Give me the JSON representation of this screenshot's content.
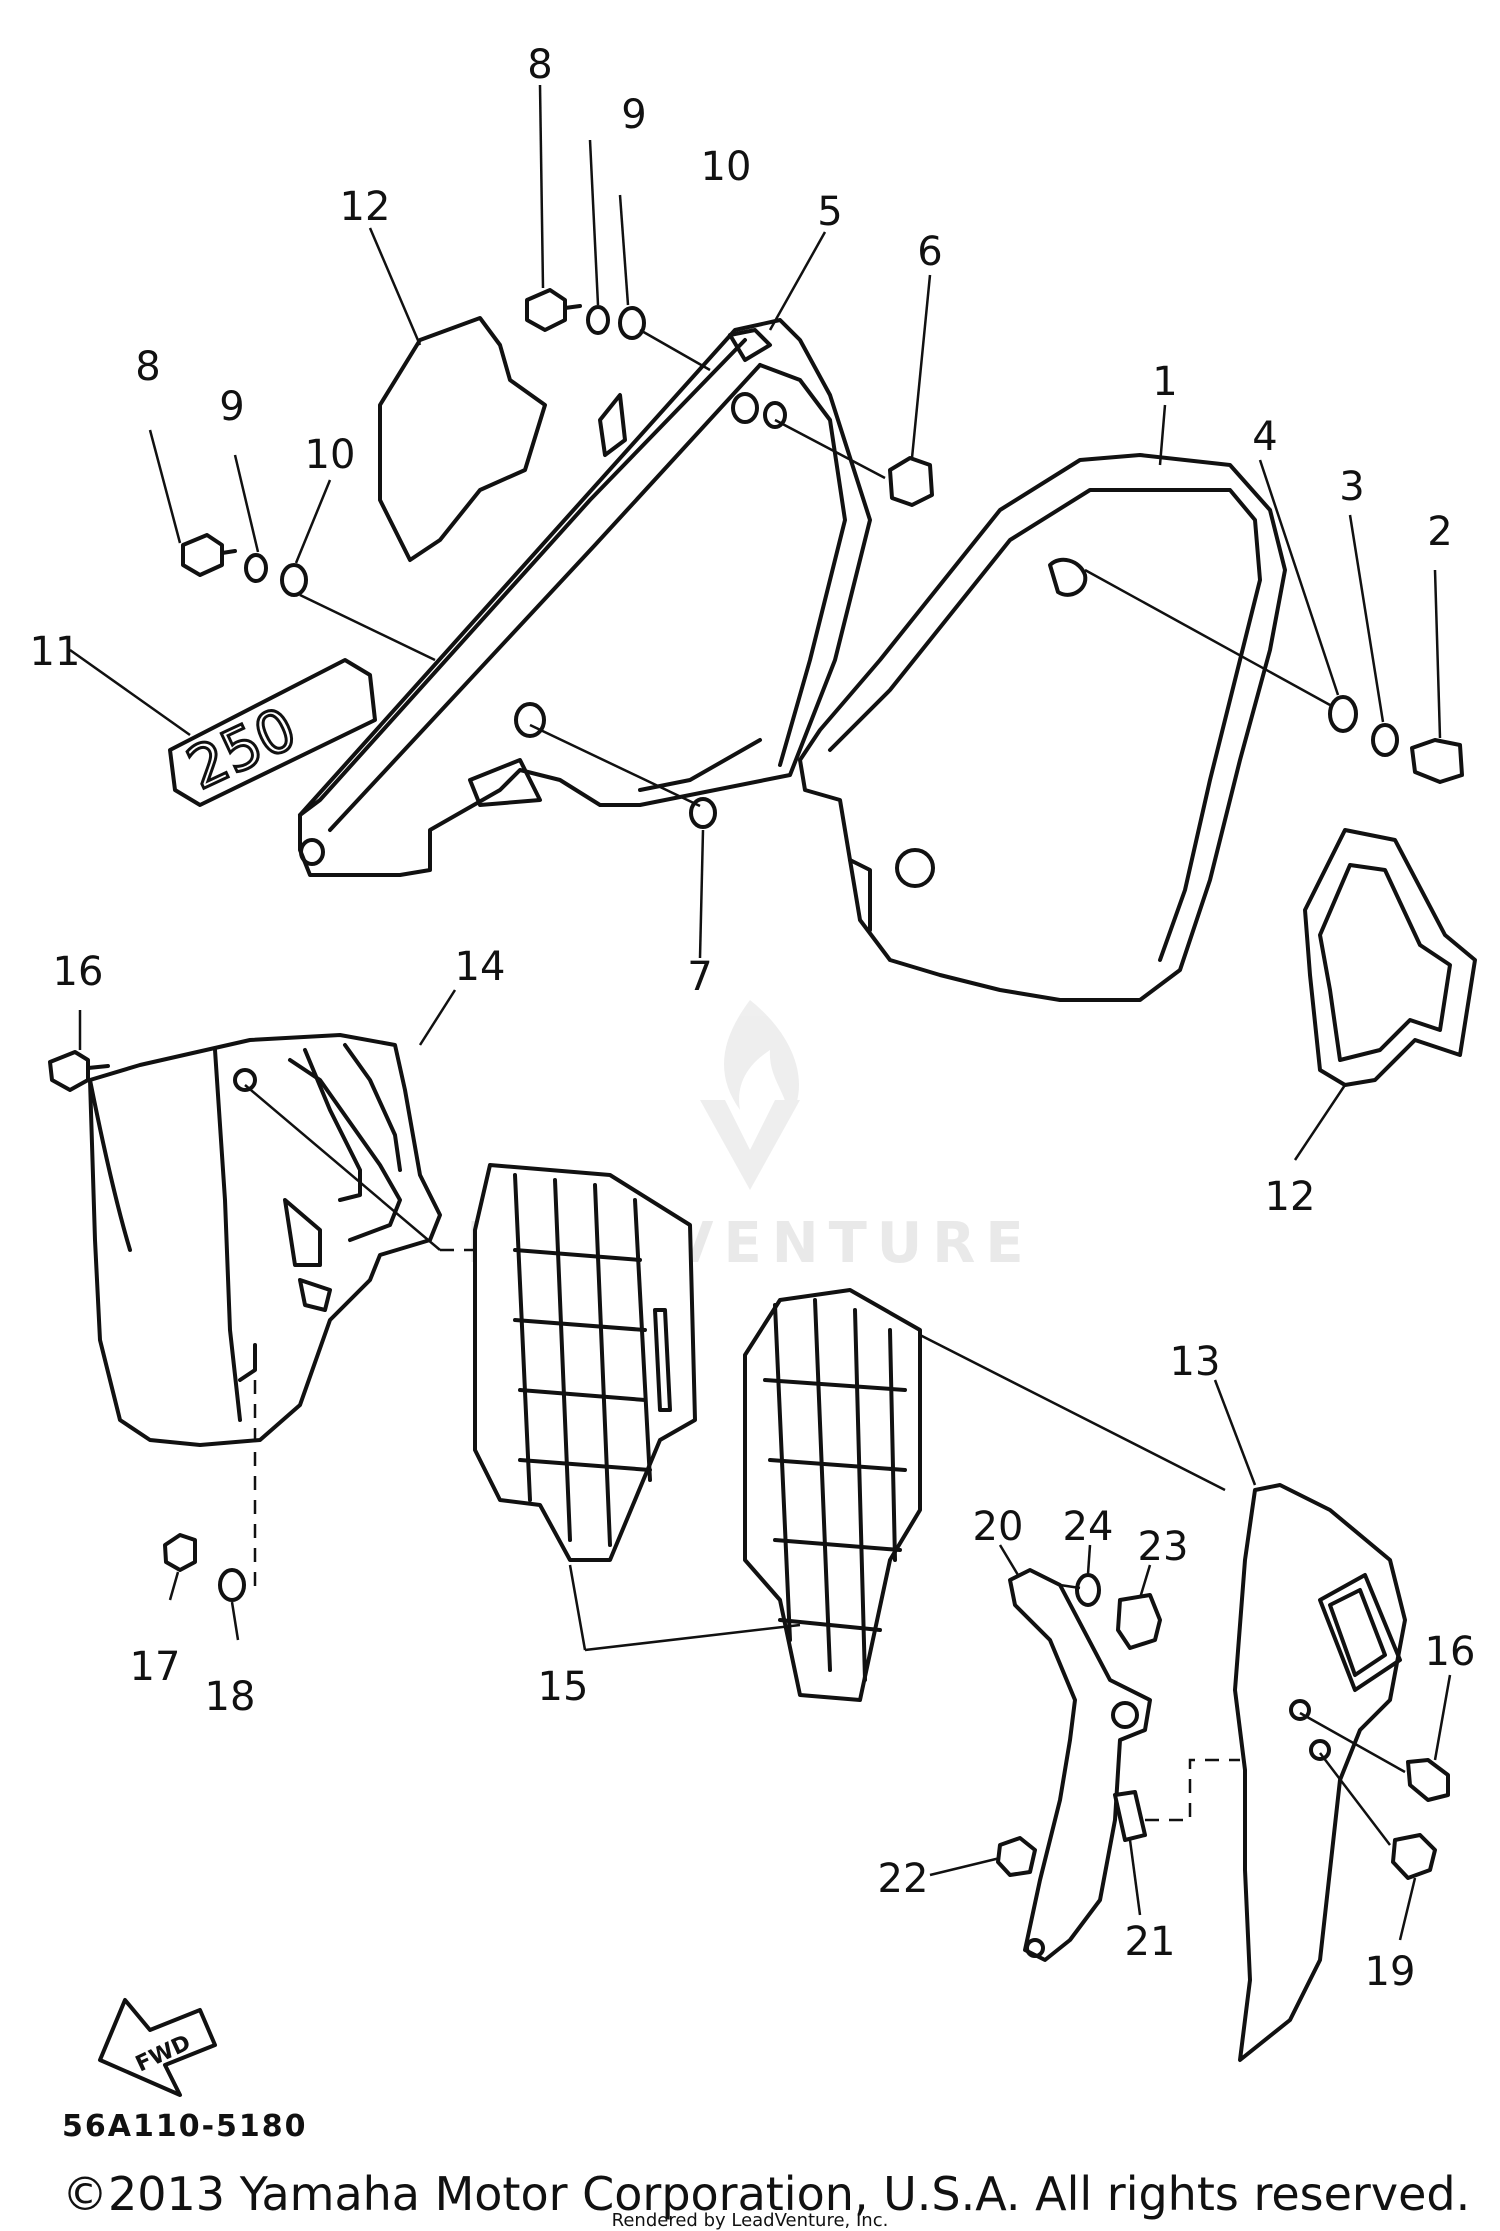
{
  "labels": {
    "l1": "1",
    "l2": "2",
    "l3": "3",
    "l4": "4",
    "l5": "5",
    "l6": "6",
    "l7": "7",
    "l8a": "8",
    "l8b": "8",
    "l9a": "9",
    "l9b": "9",
    "l10a": "10",
    "l10b": "10",
    "l11": "11",
    "l12a": "12",
    "l12b": "12",
    "l13": "13",
    "l14": "14",
    "l15": "15",
    "l16a": "16",
    "l16b": "16",
    "l17": "17",
    "l18": "18",
    "l19": "19",
    "l20": "20",
    "l21": "21",
    "l22": "22",
    "l23": "23",
    "l24": "24"
  },
  "emblem_text": "250",
  "fwd_arrow_text": "FWD",
  "diagram_code": "56A110-5180",
  "copyright": "©2013 Yamaha Motor Corporation, U.S.A. All rights reserved.",
  "render_note": "Rendered by LeadVenture, Inc.",
  "watermark": "LEADVENTURE"
}
